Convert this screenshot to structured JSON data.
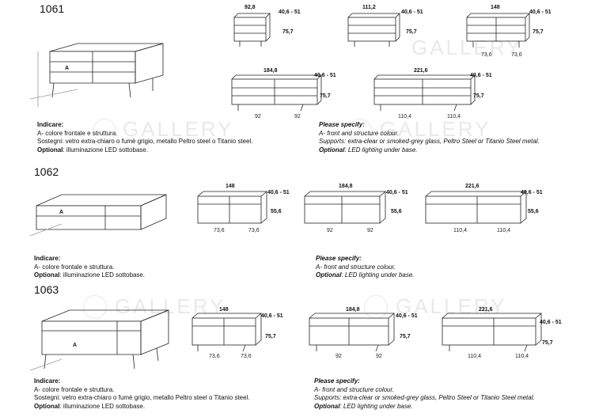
{
  "watermark": "GALLERY",
  "sections": [
    {
      "code": "1061",
      "marker": "A",
      "widths": [
        "92,8",
        "111,2",
        "148",
        "184,8",
        "221,6"
      ],
      "depth": "40,6 - 51",
      "height": "75,7",
      "bottom": {
        "w148": [
          "73,6",
          "73,6"
        ],
        "w184": [
          "92",
          "92"
        ],
        "w221": [
          "110,4",
          "110,4"
        ]
      },
      "it": {
        "title": "Indicare:",
        "line1": "A- colore frontale e struttura.",
        "line2": "Sostegni: vetro extra-chiaro o fumè grigio, metallo Peltro steel o Titanio steel.",
        "opt_label": "Optional",
        "opt_text": ": illuminazione LED sottobase."
      },
      "en": {
        "title": "Please specify:",
        "line1": "A- front and structure colour.",
        "line2": "Supports: extra-clear or smoked-grey glass, Peltro Steel or Titanio Steel metal.",
        "opt_label": "Optional",
        "opt_text": ": LED lighting under base."
      }
    },
    {
      "code": "1062",
      "marker": "A",
      "widths": [
        "148",
        "184,8",
        "221,6"
      ],
      "depth": "40,6 - 51",
      "height": "55,6",
      "bottom": {
        "w148": [
          "73,6",
          "73,6"
        ],
        "w184": [
          "92",
          "92"
        ],
        "w221": [
          "110,4",
          "110,4"
        ]
      },
      "it": {
        "title": "Indicare:",
        "line1": "A- colore frontale e struttura.",
        "opt_label": "Optional",
        "opt_text": ": illuminazione LED sottobase."
      },
      "en": {
        "title": "Please specify:",
        "line1": "A- front and structure colour.",
        "opt_label": "Optional",
        "opt_text": ": LED lighting under base."
      }
    },
    {
      "code": "1063",
      "marker": "A",
      "widths": [
        "148",
        "184,8",
        "221,6"
      ],
      "depth": "40,6 - 51",
      "height": "75,7",
      "bottom": {
        "w148": [
          "73,6",
          "73,6"
        ],
        "w184": [
          "92",
          "92"
        ],
        "w221": [
          "110,4",
          "110,4"
        ]
      },
      "it": {
        "title": "Indicare:",
        "line1": "A- colore frontale e struttura.",
        "line2": "Sostegni: vetro extra-chiaro o fumè grigio, metallo Peltro steel o Titanio steel.",
        "opt_label": "Optional",
        "opt_text": ": illuminazione LED sottobase."
      },
      "en": {
        "title": "Please specify:",
        "line1": "A- front and structure colour.",
        "line2": "Supports: extra-clear or smoked-grey glass, Peltro Steel or Titanio Steel metal.",
        "opt_label": "Optional",
        "opt_text": ": LED lighting under base."
      }
    }
  ]
}
